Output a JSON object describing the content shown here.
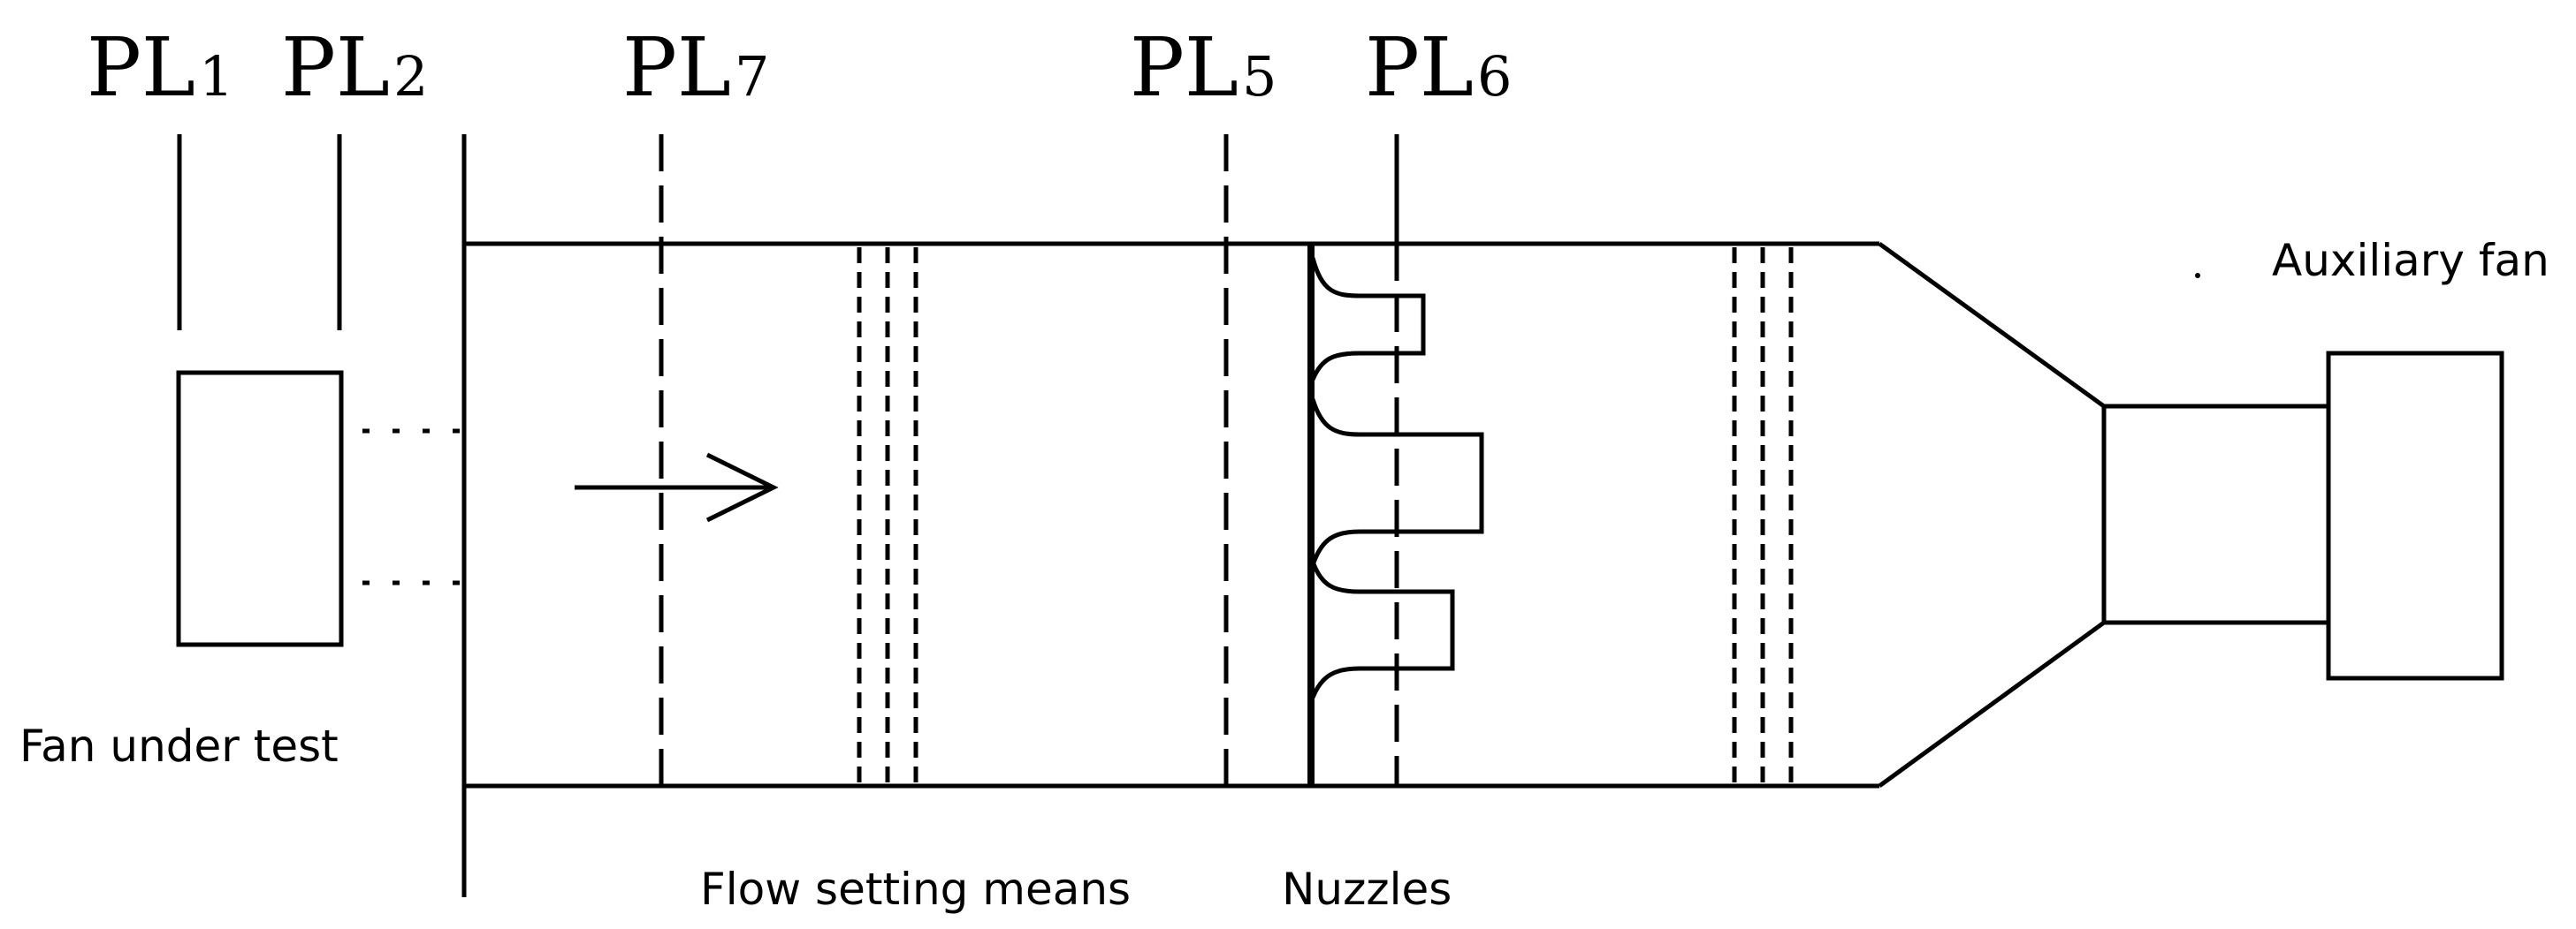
{
  "planes": [
    {
      "name": "PL",
      "sub": "1"
    },
    {
      "name": "PL",
      "sub": "2"
    },
    {
      "name": "PL",
      "sub": "7"
    },
    {
      "name": "PL",
      "sub": "5"
    },
    {
      "name": "PL",
      "sub": "6"
    }
  ],
  "labels": {
    "auxiliary_fan": "Auxiliary fan",
    "fan_under_test": "Fan under test",
    "flow_setting_means": "Flow setting means",
    "nozzles": "Nuzzles"
  },
  "colors": {
    "stroke": "#000000",
    "background": "#ffffff"
  }
}
